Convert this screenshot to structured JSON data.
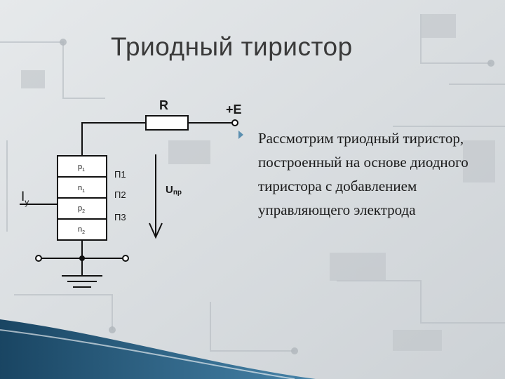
{
  "slide": {
    "title": "Триодный тиристор",
    "bullet_text": "Рассмотрим триодный тиристор, построенный на основе диодного тиристора с добавлением управляющего электрода"
  },
  "diagram": {
    "resistor_label": "R",
    "supply_label": "+E",
    "layers": {
      "p1": {
        "main": "p",
        "sub": "1"
      },
      "n1": {
        "main": "n",
        "sub": "1"
      },
      "p2": {
        "main": "p",
        "sub": "2"
      },
      "n2": {
        "main": "n",
        "sub": "2"
      }
    },
    "junctions": {
      "j1": "П1",
      "j2": "П2",
      "j3": "П3"
    },
    "control_current": {
      "main": "I",
      "sub": "у"
    },
    "voltage": {
      "main": "U",
      "sub": "пр"
    }
  }
}
